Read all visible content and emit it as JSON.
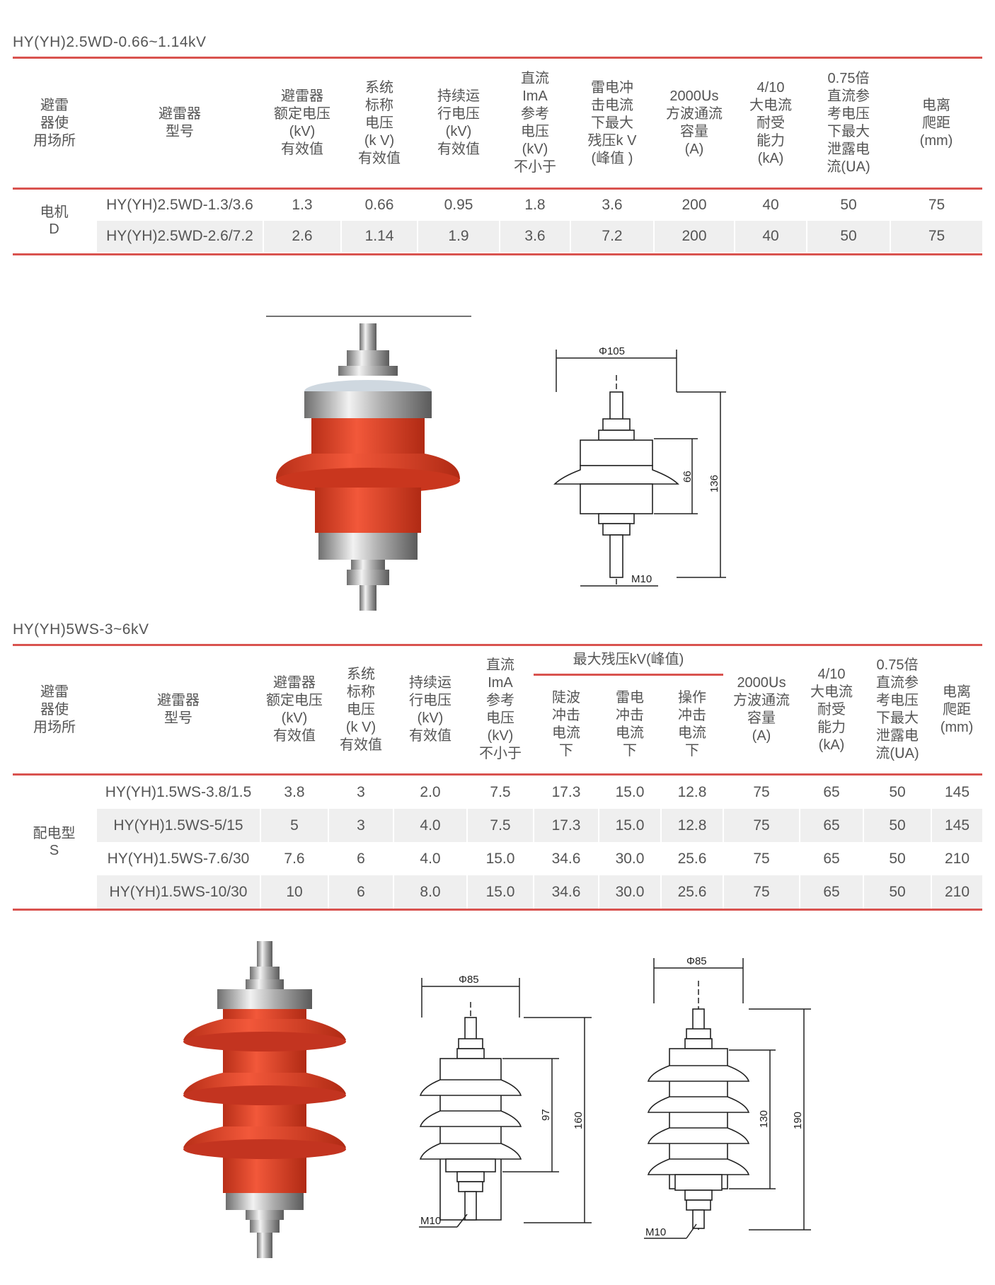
{
  "section1": {
    "title": "HY(YH)2.5WD-0.66~1.14kV",
    "headers": [
      "避雷器使用场所",
      "避雷器型号",
      "避雷器额定电压(kV)有效值",
      "系统标称电压(k V)有效值",
      "持续运行电压(kV)有效值",
      "直流ImA参考电压(kV)不小于",
      "雷电冲击电流下最大残压k V(峰值 )",
      "2000ꓴs方波通流容量(A)",
      "4/10大电流耐受能力(kA)",
      "0.75倍直流参考电压下最大泄露电流(ꓴA)",
      "电离爬距(mm)"
    ],
    "header_lines": [
      [
        "避雷",
        "器使",
        "用场所"
      ],
      [
        "避雷器",
        "型号"
      ],
      [
        "避雷器",
        "额定电压",
        "(kV)",
        "有效值"
      ],
      [
        "系统",
        "标称",
        "电压",
        "(k V)",
        "有效值"
      ],
      [
        "持续运",
        "行电压",
        "(kV)",
        "有效值"
      ],
      [
        "直流",
        "ImA",
        "参考",
        "电压",
        "(kV)",
        "不小于"
      ],
      [
        "雷电冲",
        "击电流",
        "下最大",
        "残压k V",
        "(峰值 )"
      ],
      [
        "2000ꓴs",
        "方波通流",
        "容量",
        "(A)"
      ],
      [
        "4/10",
        "大电流",
        "耐受",
        "能力",
        "(kA)"
      ],
      [
        "0.75倍",
        "直流参",
        "考电压",
        "下最大",
        "泄露电",
        "流(ꓴA)"
      ],
      [
        "电离",
        "爬距",
        "(mm)"
      ]
    ],
    "usage_lines": [
      "电机",
      "D"
    ],
    "rows": [
      [
        "HY(YH)2.5WD-1.3/3.6",
        "1.3",
        "0.66",
        "0.95",
        "1.8",
        "3.6",
        "200",
        "40",
        "50",
        "75"
      ],
      [
        "HY(YH)2.5WD-2.6/7.2",
        "2.6",
        "1.14",
        "1.9",
        "3.6",
        "7.2",
        "200",
        "40",
        "50",
        "75"
      ]
    ]
  },
  "section2": {
    "title": "HY(YH)5WS-3~6kV",
    "group_header": "最大残压kV(峰值)",
    "header_lines": [
      [
        "避雷",
        "器使",
        "用场所"
      ],
      [
        "避雷器",
        "型号"
      ],
      [
        "避雷器",
        "额定电压",
        "(kV)",
        "有效值"
      ],
      [
        "系统",
        "标称",
        "电压",
        "(k V)",
        "有效值"
      ],
      [
        "持续运",
        "行电压",
        "(kV)",
        "有效值"
      ],
      [
        "直流",
        "ImA",
        "参考",
        "电压",
        "(kV)",
        "不小于"
      ],
      [
        "陡波",
        "冲击",
        "电流",
        "下"
      ],
      [
        "雷电",
        "冲击",
        "电流",
        "下"
      ],
      [
        "操作",
        "冲击",
        "电流",
        "下"
      ],
      [
        "2000ꓴs",
        "方波通流",
        "容量",
        "(A)"
      ],
      [
        "4/10",
        "大电流",
        "耐受",
        "能力",
        "(kA)"
      ],
      [
        "0.75倍",
        "直流参",
        "考电压",
        "下最大",
        "泄露电",
        "流(ꓴA)"
      ],
      [
        "电离",
        "爬距",
        "(mm)"
      ]
    ],
    "usage_lines": [
      "配电型",
      "S"
    ],
    "rows": [
      [
        "HY(YH)1.5WS-3.8/1.5",
        "3.8",
        "3",
        "2.0",
        "7.5",
        "17.3",
        "15.0",
        "12.8",
        "75",
        "65",
        "50",
        "145"
      ],
      [
        "HY(YH)1.5WS-5/15",
        "5",
        "3",
        "4.0",
        "7.5",
        "17.3",
        "15.0",
        "12.8",
        "75",
        "65",
        "50",
        "145"
      ],
      [
        "HY(YH)1.5WS-7.6/30",
        "7.6",
        "6",
        "4.0",
        "15.0",
        "34.6",
        "30.0",
        "25.6",
        "75",
        "65",
        "50",
        "210"
      ],
      [
        "HY(YH)1.5WS-10/30",
        "10",
        "6",
        "8.0",
        "15.0",
        "34.6",
        "30.0",
        "25.6",
        "75",
        "65",
        "50",
        "210"
      ]
    ]
  },
  "drawing1": {
    "diameter": "Φ105",
    "inner_height": "66",
    "total_height": "136",
    "thread": "M10"
  },
  "drawing2": {
    "diameter": "Φ85",
    "inner_height": "97",
    "total_height": "160",
    "thread": "M10"
  },
  "drawing3": {
    "diameter": "Φ85",
    "inner_height": "130",
    "total_height": "190",
    "thread": "M10"
  },
  "colors": {
    "accent": "#d9534f",
    "housing_red": "#e0402a",
    "row_alt": "#efefef"
  }
}
